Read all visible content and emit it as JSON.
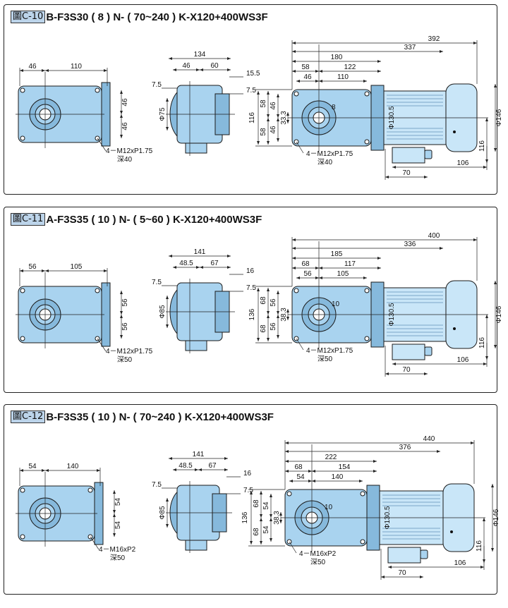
{
  "colors": {
    "body": "#a9d3ef",
    "body_dark": "#86b9dc",
    "motor": "#c9e6f8",
    "outline": "#1a1a1a",
    "dim": "#222222"
  },
  "figures": [
    {
      "fig": "圖C-10",
      "model": "B-F3S30 ( 8 ) N- ( 70~240 ) K-X120+400WS3F",
      "front": {
        "w_a": "46",
        "w_b": "110",
        "h_a": "46",
        "h_b": "46",
        "bolt": "4－M12xP1.75",
        "depth": "深40"
      },
      "side": {
        "total": "134",
        "a": "46",
        "b": "60",
        "c": "15.5",
        "d": "7.5",
        "e": "7.5",
        "dia": "Φ75"
      },
      "main": {
        "l1": "392",
        "l2": "337",
        "l3": "180",
        "l4": "58",
        "l5": "122",
        "l6": "46",
        "l7": "110",
        "key": "8",
        "h_total": "116",
        "h1": "58",
        "h2": "58",
        "h3": "46",
        "h4": "46",
        "shaft": "33.3",
        "motor_dia": "Φ130.5",
        "flange": "Φ146",
        "base_h": "116",
        "base_w": "106",
        "base_w2": "70",
        "bolt": "4－M12xP1.75",
        "depth": "深40"
      }
    },
    {
      "fig": "圖C-11",
      "model": "A-F3S35 ( 10 ) N- ( 5~60 ) K-X120+400WS3F",
      "front": {
        "w_a": "56",
        "w_b": "105",
        "h_a": "56",
        "h_b": "56",
        "bolt": "4－M12xP1.75",
        "depth": "深50"
      },
      "side": {
        "total": "141",
        "a": "48.5",
        "b": "67",
        "c": "16",
        "d": "7.5",
        "e": "7.5",
        "dia": "Φ85"
      },
      "main": {
        "l1": "400",
        "l2": "336",
        "l3": "185",
        "l4": "68",
        "l5": "117",
        "l6": "56",
        "l7": "105",
        "key": "10",
        "h_total": "136",
        "h1": "68",
        "h2": "68",
        "h3": "56",
        "h4": "56",
        "shaft": "38.3",
        "motor_dia": "Φ130.5",
        "flange": "Φ146",
        "base_h": "116",
        "base_w": "106",
        "base_w2": "70",
        "bolt": "4－M12xP1.75",
        "depth": "深50"
      }
    },
    {
      "fig": "圖C-12",
      "model": "B-F3S35 ( 10 ) N- ( 70~240 ) K-X120+400WS3F",
      "front": {
        "w_a": "54",
        "w_b": "140",
        "h_a": "54",
        "h_b": "54",
        "bolt": "4－M16xP2",
        "depth": "深50"
      },
      "side": {
        "total": "141",
        "a": "48.5",
        "b": "67",
        "c": "16",
        "d": "7.5",
        "e": "7.5",
        "dia": "Φ85"
      },
      "main": {
        "l1": "440",
        "l2": "376",
        "l3": "222",
        "l4": "68",
        "l5": "154",
        "l6": "54",
        "l7": "140",
        "key": "10",
        "h_total": "136",
        "h1": "68",
        "h2": "68",
        "h3": "54",
        "h4": "54",
        "shaft": "38.3",
        "motor_dia": "Φ130.5",
        "flange": "Φ146",
        "base_h": "116",
        "base_w": "106",
        "base_w2": "70",
        "bolt": "4－M16xP2",
        "depth": "深50"
      }
    }
  ]
}
